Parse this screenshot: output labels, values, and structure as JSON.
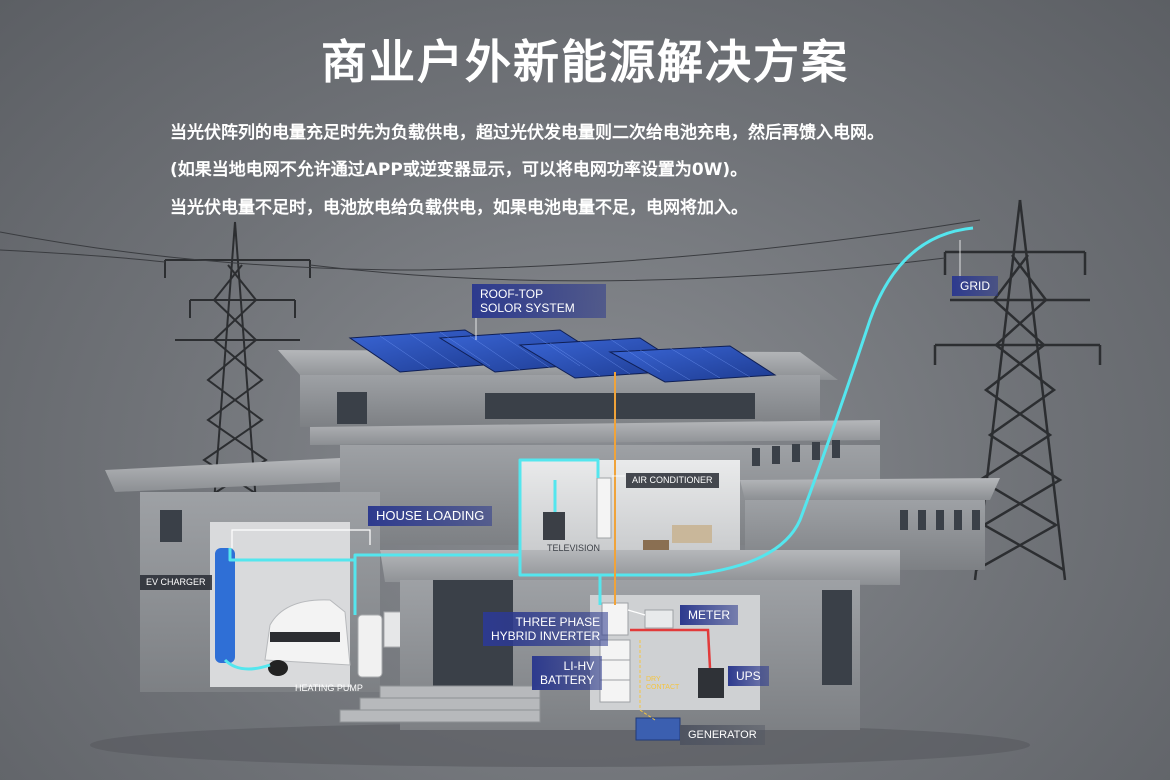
{
  "header": {
    "title": "商业户外新能源解决方案",
    "line1": "当光伏阵列的电量充足时先为负载供电，超过光伏发电量则二次给电池充电，然后再馈入电网。",
    "line2": "(如果当地电网不允许通过APP或逆变器显示，可以将电网功率设置为0W)。",
    "line3": "当光伏电量不足时，电池放电给负载供电，如果电池电量不足，电网将加入。"
  },
  "labels": {
    "roof_top_line1": "ROOF-TOP",
    "roof_top_line2": "SOLOR SYSTEM",
    "grid": "GRID",
    "air_conditioner": "AIR CONDITIONER",
    "house_loading": "HOUSE LOADING",
    "television": "TELEVISION",
    "ev_charger": "EV CHARGER",
    "meter": "METER",
    "inverter_line1": "THREE PHASE",
    "inverter_line2": "HYBRID INVERTER",
    "battery_line1": "LI-HV",
    "battery_line2": "BATTERY",
    "dry_contact_line1": "DRY",
    "dry_contact_line2": "CONTACT",
    "ups": "UPS",
    "heating_pump": "HEATING PUMP",
    "generator": "GENERATOR"
  },
  "colors": {
    "cyan_wire": "#54e6ee",
    "orange_wire": "#f0a33a",
    "red_wire": "#e23a3a",
    "label_blue": "#2d3a8e",
    "solar_blue": "#2c4fb8"
  }
}
